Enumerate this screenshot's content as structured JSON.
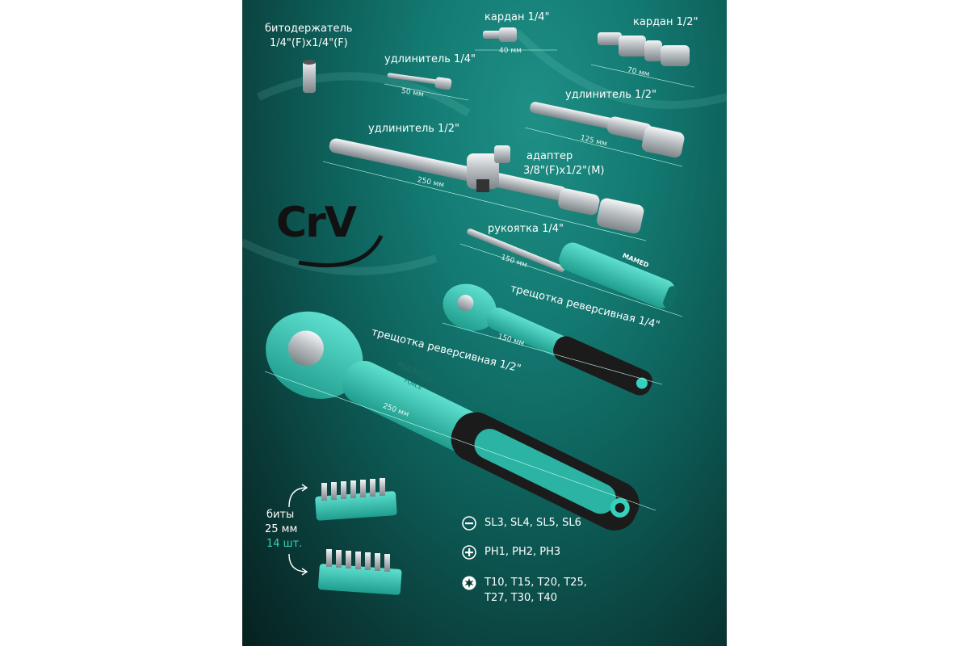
{
  "colors": {
    "teal": "#2bb3a3",
    "steel": "#c9ccce",
    "rubber": "#1a1a1a",
    "accent": "#36d1bd"
  },
  "brand": {
    "logo": "CrV",
    "tool_brand": "MAMED",
    "tool_brand_sub": "FORCE"
  },
  "items": {
    "bit_holder": {
      "name": "битодержатель",
      "spec": "1/4\"(F)x1/4\"(F)"
    },
    "ujoint_14": {
      "name": "кардан 1/4\"",
      "length": "40 мм"
    },
    "ujoint_12": {
      "name": "кардан 1/2\"",
      "length": "70 мм"
    },
    "ext_14": {
      "name": "удлинитель 1/4\"",
      "length": "50 мм"
    },
    "ext_12_short": {
      "name": "удлинитель 1/2\"",
      "length": "125 мм"
    },
    "ext_12_long": {
      "name": "удлинитель 1/2\"",
      "length": "250 мм"
    },
    "adapter": {
      "name": "адаптер",
      "spec": "3/8\"(F)x1/2\"(M)"
    },
    "handle_14": {
      "name": "рукоятка 1/4\"",
      "length": "150 мм"
    },
    "ratchet_14": {
      "name": "трещотка реверсивная 1/4\"",
      "length": "150 мм"
    },
    "ratchet_12": {
      "name": "трещотка реверсивная 1/2\"",
      "length": "250 мм"
    }
  },
  "bits": {
    "label_line1": "биты",
    "label_line2": "25 мм",
    "label_line3": "14 шт.",
    "types": [
      {
        "icon": "slotted-icon",
        "text": "SL3, SL4, SL5, SL6"
      },
      {
        "icon": "phillips-icon",
        "text": "PH1, PH2, PH3"
      },
      {
        "icon": "torx-icon",
        "text": "T10, T15, T20, T25,\nT27, T30, T40"
      }
    ]
  }
}
